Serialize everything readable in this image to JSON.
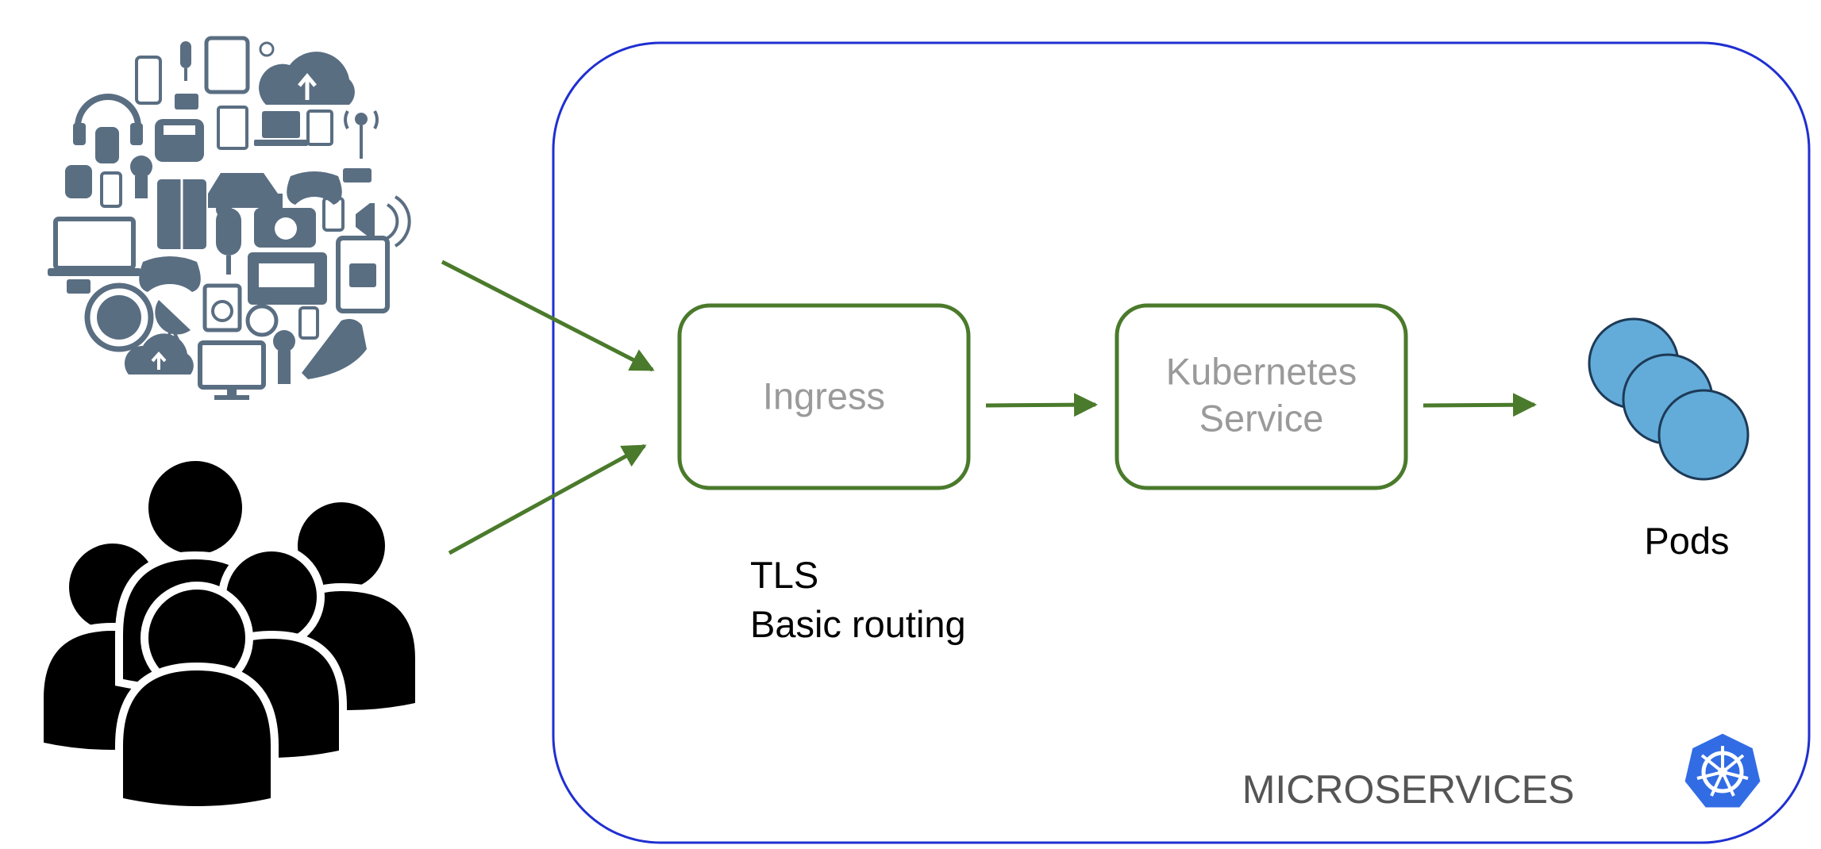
{
  "diagram": {
    "boundary_label": "MICROSERVICES",
    "ingress": {
      "label": "Ingress",
      "notes": [
        "TLS",
        "Basic routing"
      ]
    },
    "service": {
      "label_lines": [
        "Kubernetes",
        "Service"
      ]
    },
    "pods_label": "Pods",
    "iot_devices_icon": "iot-devices-icon",
    "users_icon": "users-group-icon",
    "logo_icon": "kubernetes-logo-icon",
    "colors": {
      "boundary": "#1f2fd1",
      "flow": "#4a7a2b",
      "box_text": "#9a9a9a",
      "pod_fill": "#63acd9",
      "pod_stroke": "#1d3a57",
      "device_icons": "#5a6e82",
      "users": "#000000",
      "logo": "#326ce5",
      "boundary_label": "#555555"
    }
  }
}
